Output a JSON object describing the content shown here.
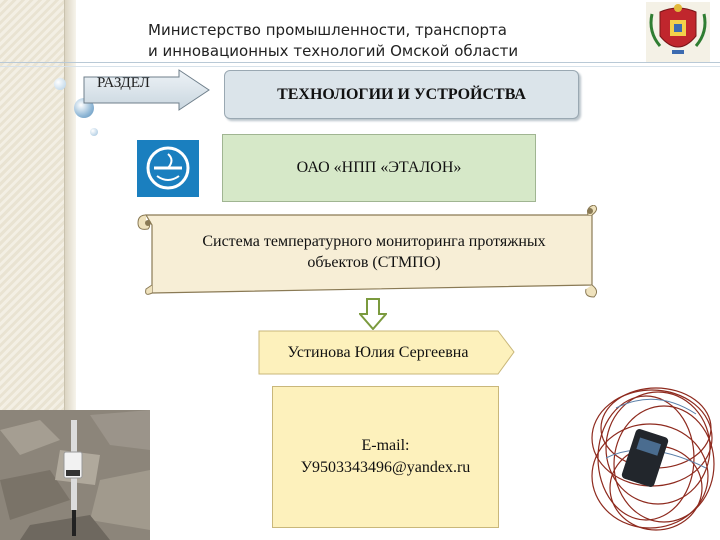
{
  "header": {
    "ministry_line1": "Министерство промышленности, транспорта",
    "ministry_line2": "и инновационных технологий Омской области"
  },
  "section": {
    "arrow_label": "РАЗДЕЛ",
    "title": "ТЕХНОЛОГИИ И УСТРОЙСТВА"
  },
  "company": {
    "name": "ОАО «НПП «ЭТАЛОН»"
  },
  "project": {
    "line1": "Система температурного мониторинга протяжных",
    "line2": "объектов (СТМПО)"
  },
  "contact": {
    "person": "Устинова Юлия Сергеевна",
    "email_label": "E-mail:",
    "email": "У9503343496@yandex.ru"
  },
  "colors": {
    "section_box": "#dbe4ea",
    "company_box": "#d6e8c8",
    "scroll_fill": "#f7eed6",
    "email_box": "#fdf1bc"
  },
  "icons": [
    "omsk-coat-of-arms",
    "etalon-logo",
    "sensor-pole-photo",
    "cable-sensor-photo"
  ]
}
